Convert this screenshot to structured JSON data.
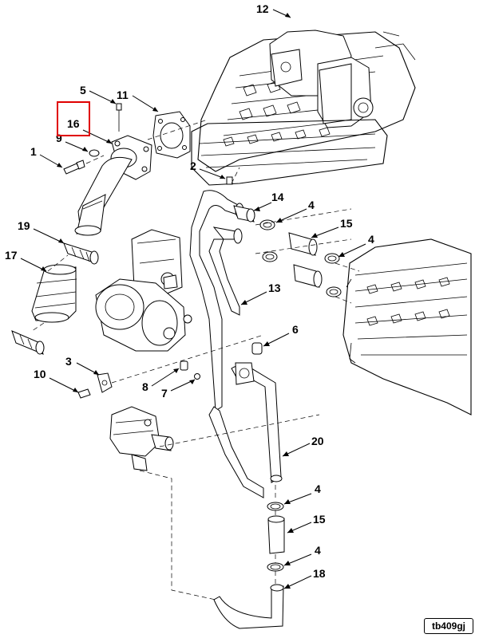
{
  "callouts": [
    {
      "id": "c12",
      "label": "12"
    },
    {
      "id": "c5",
      "label": "5"
    },
    {
      "id": "c11",
      "label": "11"
    },
    {
      "id": "c16",
      "label": "16"
    },
    {
      "id": "c9",
      "label": "9"
    },
    {
      "id": "c1",
      "label": "1"
    },
    {
      "id": "c2",
      "label": "2"
    },
    {
      "id": "c14",
      "label": "14"
    },
    {
      "id": "c4a",
      "label": "4"
    },
    {
      "id": "c15a",
      "label": "15"
    },
    {
      "id": "c4b",
      "label": "4"
    },
    {
      "id": "c19",
      "label": "19"
    },
    {
      "id": "c17",
      "label": "17"
    },
    {
      "id": "c13",
      "label": "13"
    },
    {
      "id": "c6",
      "label": "6"
    },
    {
      "id": "c3",
      "label": "3"
    },
    {
      "id": "c10",
      "label": "10"
    },
    {
      "id": "c8",
      "label": "8"
    },
    {
      "id": "c7",
      "label": "7"
    },
    {
      "id": "c20",
      "label": "20"
    },
    {
      "id": "c4c",
      "label": "4"
    },
    {
      "id": "c15b",
      "label": "15"
    },
    {
      "id": "c4d",
      "label": "4"
    },
    {
      "id": "c18",
      "label": "18"
    }
  ],
  "highlight": {
    "callout": "16",
    "color": "#e00000"
  },
  "figure_id": "tb409gj"
}
